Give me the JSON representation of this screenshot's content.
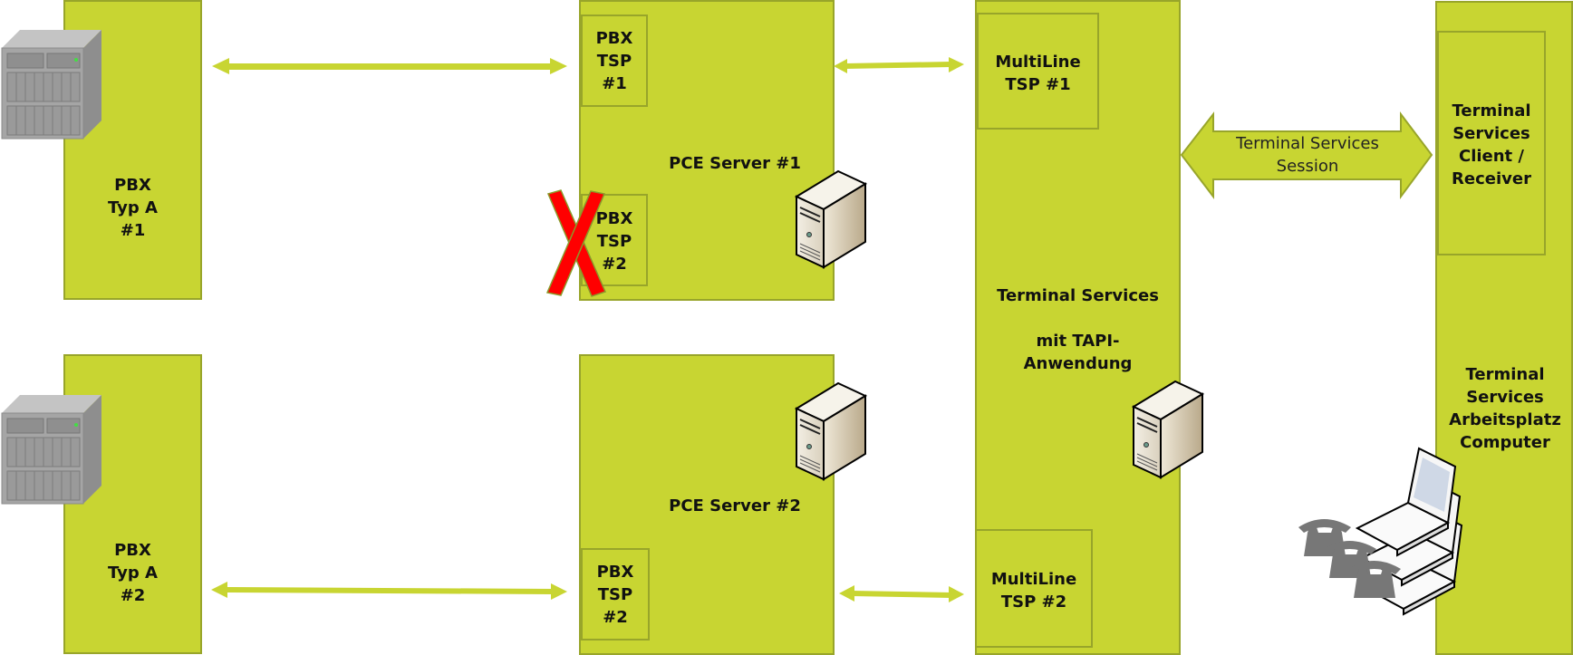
{
  "colors": {
    "box_fill": "#c8d532",
    "box_border": "#98a52a",
    "arrow": "#c8d532",
    "failure_mark": "#ff0000"
  },
  "pbx1": {
    "label": "PBX\nTyp A\n#1",
    "icon": "pbx-hardware-icon"
  },
  "pbx2": {
    "label": "PBX\nTyp A\n#2",
    "icon": "pbx-hardware-icon"
  },
  "pce1": {
    "label": "PCE Server #1",
    "tsp1": "PBX\nTSP\n#1",
    "tsp2": "PBX\nTSP\n#2",
    "tsp2_status": "failed",
    "icon": "server-tower-icon"
  },
  "pce2": {
    "label": "PCE Server #2",
    "tsp2": "PBX\nTSP\n#2",
    "icon": "server-tower-icon"
  },
  "terminal": {
    "label": "Terminal Services\n\nmit TAPI-\nAnwendung",
    "multiline1": "MultiLine\nTSP #1",
    "multiline2": "MultiLine\nTSP #2",
    "icon": "server-tower-icon"
  },
  "session_arrow": {
    "label": "Terminal Services\nSession"
  },
  "workstation": {
    "client": "Terminal\nServices\nClient /\nReceiver",
    "label": "Terminal\nServices\nArbeitsplatz\nComputer",
    "icons": [
      "telephone-stack-icon",
      "laptop-stack-icon"
    ]
  },
  "connections": [
    {
      "from": "pbx1",
      "to": "pce1.tsp1",
      "type": "bidirectional"
    },
    {
      "from": "pce1",
      "to": "terminal.multiline1",
      "type": "bidirectional"
    },
    {
      "from": "pbx2",
      "to": "pce2.tsp2",
      "type": "bidirectional"
    },
    {
      "from": "pce2",
      "to": "terminal.multiline2",
      "type": "bidirectional"
    },
    {
      "from": "terminal",
      "to": "workstation.client",
      "type": "session"
    }
  ]
}
